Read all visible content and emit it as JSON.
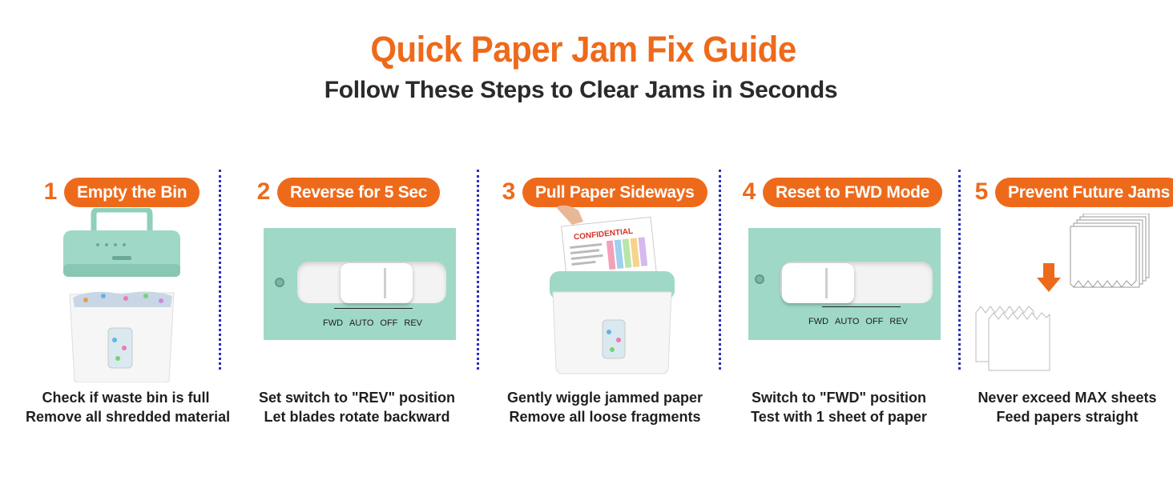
{
  "header": {
    "title": "Quick Paper Jam Fix Guide",
    "subtitle": "Follow These Steps to Clear Jams in Seconds"
  },
  "colors": {
    "accent": "#ee6a1b",
    "divider": "#2b2fb8",
    "shredder_teal": "#9fd8c6"
  },
  "steps": [
    {
      "number": "1",
      "title": "Empty the Bin",
      "lines": [
        "Check if waste bin is full",
        "Remove all shredded material"
      ]
    },
    {
      "number": "2",
      "title": "Reverse for 5 Sec",
      "lines": [
        "Set switch to \"REV\" position",
        "Let blades rotate backward"
      ]
    },
    {
      "number": "3",
      "title": "Pull Paper Sideways",
      "lines": [
        "Gently wiggle jammed paper",
        "Remove all loose fragments"
      ]
    },
    {
      "number": "4",
      "title": "Reset to FWD Mode",
      "lines": [
        "Switch to \"FWD\" position",
        "Test with 1 sheet of paper"
      ]
    },
    {
      "number": "5",
      "title": "Prevent Future Jams",
      "lines": [
        "Never exceed MAX sheets",
        "Feed papers straight"
      ]
    }
  ],
  "switch_labels": [
    "FWD",
    "AUTO",
    "OFF",
    "REV"
  ],
  "paper_header": "CONFIDENTIAL"
}
